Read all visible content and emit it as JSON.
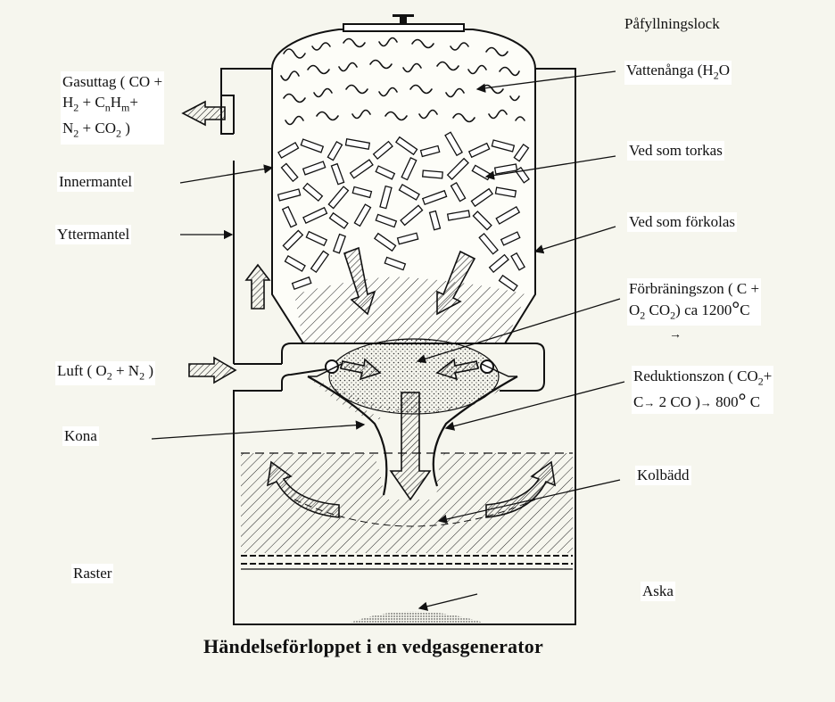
{
  "title": "Händelseförloppet i en vedgasgenerator",
  "labels": {
    "lid": "Påfyllningslock",
    "steam": "Vattenånga  (H",
    "steam_sub": "2",
    "steam_end": "O",
    "gas_outlet_1": "Gasuttag ( CO +",
    "gas_outlet_2a": "H",
    "gas_outlet_2b": "2",
    "gas_outlet_2c": " + C",
    "gas_outlet_2d": "n",
    "gas_outlet_2e": "H",
    "gas_outlet_2f": "m",
    "gas_outlet_2g": "+",
    "gas_outlet_3a": "N",
    "gas_outlet_3b": "2",
    "gas_outlet_3c": " + CO",
    "gas_outlet_3d": "2",
    "gas_outlet_3e": " )",
    "drying": "Ved som torkas",
    "inner_jacket": "Innermantel",
    "outer_jacket": "Yttermantel",
    "charring": "Ved som förkolas",
    "combustion_1": "Förbräningszon ( C +",
    "combustion_2a": "O",
    "combustion_2b": "2",
    "combustion_2c": "   CO",
    "combustion_2d": "2",
    "combustion_2e": ") ca 1200",
    "combustion_2f": "°",
    "combustion_2g": "C",
    "air_a": "Luft ( O",
    "air_b": "2",
    "air_c": " + N",
    "air_d": "2",
    "air_e": " )",
    "reduction_1a": "Reduktionszon ( CO",
    "reduction_1b": "2",
    "reduction_1c": "+",
    "reduction_2a": "C",
    "reduction_2b": "→",
    "reduction_2c": " 2 CO )",
    "reduction_2d": "→",
    "reduction_2e": " 800",
    "reduction_2f": "°",
    "reduction_2g": " C",
    "arrow_glyph": "→",
    "cone": "Kona",
    "charcoal_bed": "Kolbädd",
    "grate": "Raster",
    "ash": "Aska"
  }
}
